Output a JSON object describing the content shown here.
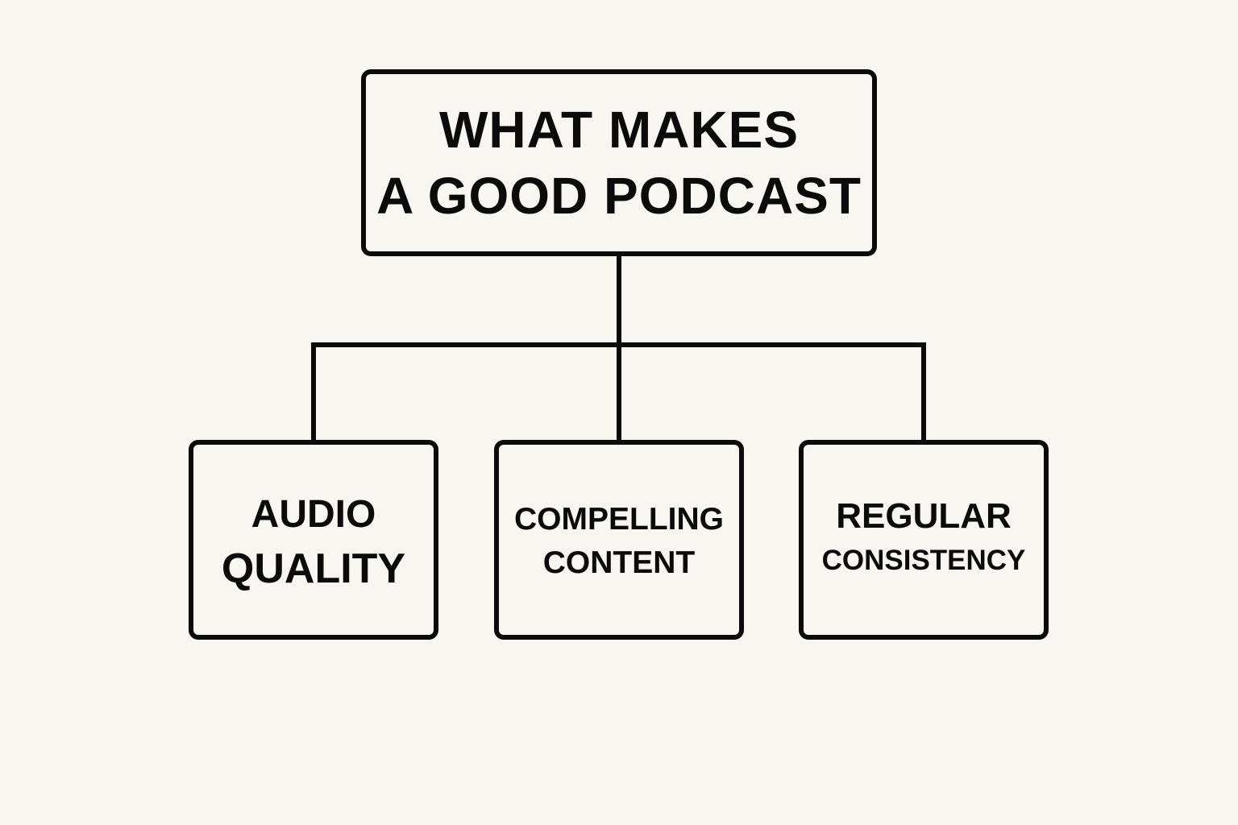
{
  "root": {
    "lines": [
      "WHAT MAKES",
      "A GOOD PODCAST"
    ]
  },
  "children": [
    {
      "lines": [
        "AUDIO",
        "QUALITY"
      ]
    },
    {
      "lines": [
        "COMPELLING",
        "CONTENT"
      ]
    },
    {
      "lines": [
        "REGULAR",
        "CONSISTENCY"
      ]
    }
  ],
  "colors": {
    "background": "#f8f6f1",
    "stroke": "#0b0b0b"
  }
}
